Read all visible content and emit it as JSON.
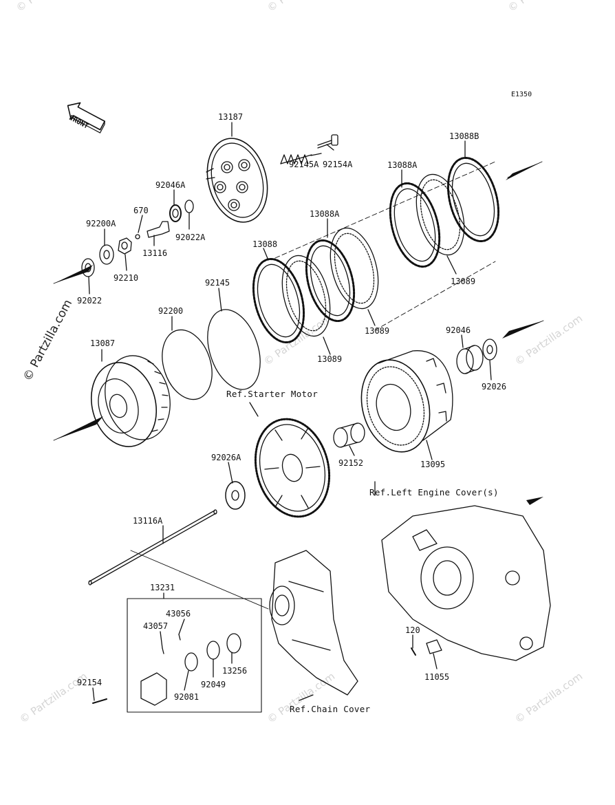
{
  "watermark": "© Partzilla.com",
  "copyright": "© Partzilla.com",
  "diagram_code": "E1350",
  "front_label": "FRONT",
  "refs": {
    "starter_motor": "Ref.Starter Motor",
    "left_engine_cover": "Ref.Left Engine Cover(s)",
    "chain_cover": "Ref.Chain Cover"
  },
  "parts": {
    "p13187": "13187",
    "p92154A": "92154A",
    "p92145A": "92145A",
    "p13088B": "13088B",
    "p13088A_top": "13088A",
    "p13088A_mid": "13088A",
    "p92046A": "92046A",
    "p670": "670",
    "p92200A": "92200A",
    "p92022A": "92022A",
    "p13116": "13116",
    "p92210": "92210",
    "p92022": "92022",
    "p13088": "13088",
    "p13089_right": "13089",
    "p13089_mid": "13089",
    "p13089_low": "13089",
    "p92145": "92145",
    "p92200": "92200",
    "p13087": "13087",
    "p92046": "92046",
    "p92026": "92026",
    "p92152": "92152",
    "p13095": "13095",
    "p92026A": "92026A",
    "p13116A": "13116A",
    "p13231": "13231",
    "p43056": "43056",
    "p43057": "43057",
    "p13256": "13256",
    "p92049": "92049",
    "p92154": "92154",
    "p92081": "92081",
    "p120": "120",
    "p11055": "11055"
  },
  "colors": {
    "line": "#111111",
    "watermark": "#d4d4d4"
  }
}
